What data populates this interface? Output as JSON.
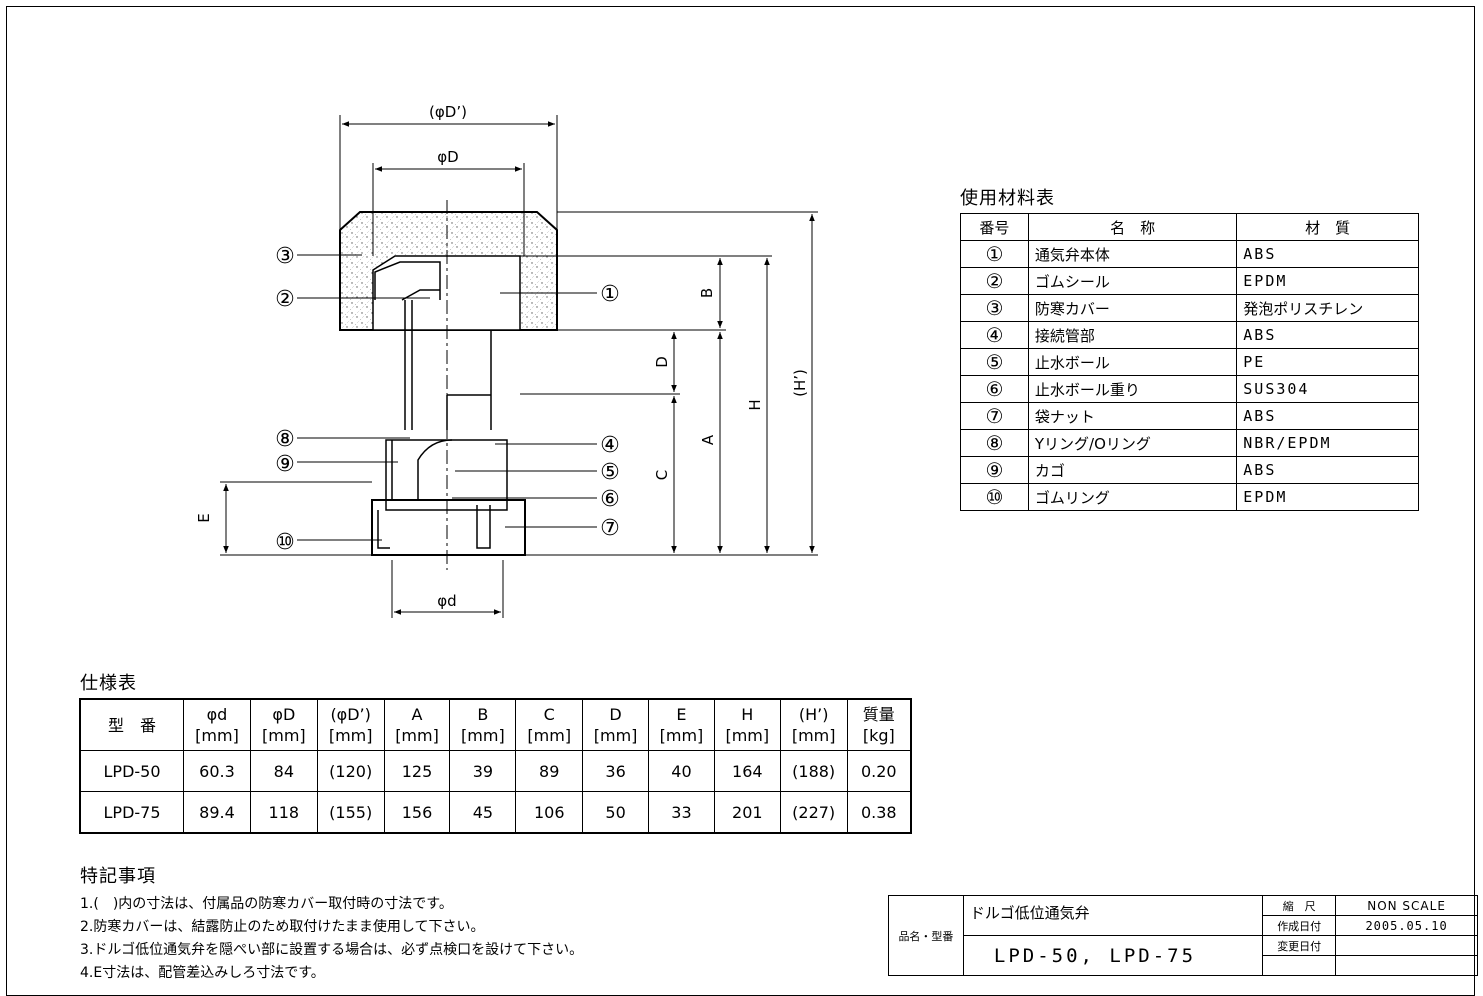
{
  "drawing": {
    "dim_labels": {
      "phiDprime": "(φD’)",
      "phiD": "φD",
      "phid": "φd",
      "B": "B",
      "D": "D",
      "H": "H",
      "Hprime": "(H’)",
      "A": "A",
      "C": "C",
      "E": "E"
    },
    "callouts": [
      "①",
      "②",
      "③",
      "④",
      "⑤",
      "⑥",
      "⑦",
      "⑧",
      "⑨",
      "⑩"
    ]
  },
  "materials": {
    "title": "使用材料表",
    "headers": {
      "no": "番号",
      "name": "名　称",
      "material": "材　質"
    },
    "rows": [
      {
        "no": "①",
        "name": "通気弁本体",
        "material": "ABS"
      },
      {
        "no": "②",
        "name": "ゴムシール",
        "material": "EPDM"
      },
      {
        "no": "③",
        "name": "防寒カバー",
        "material": "発泡ポリスチレン"
      },
      {
        "no": "④",
        "name": "接続管部",
        "material": "ABS"
      },
      {
        "no": "⑤",
        "name": "止水ボール",
        "material": "PE"
      },
      {
        "no": "⑥",
        "name": "止水ボール重り",
        "material": "SUS304"
      },
      {
        "no": "⑦",
        "name": "袋ナット",
        "material": "ABS"
      },
      {
        "no": "⑧",
        "name": "Yリング/Oリング",
        "material": "NBR/EPDM"
      },
      {
        "no": "⑨",
        "name": "カゴ",
        "material": "ABS"
      },
      {
        "no": "⑩",
        "name": "ゴムリング",
        "material": "EPDM"
      }
    ]
  },
  "spec": {
    "title": "仕様表",
    "headers": [
      {
        "top": "型　番",
        "bottom": ""
      },
      {
        "top": "φd",
        "bottom": "[mm]"
      },
      {
        "top": "φD",
        "bottom": "[mm]"
      },
      {
        "top": "(φD’)",
        "bottom": "[mm]"
      },
      {
        "top": "A",
        "bottom": "[mm]"
      },
      {
        "top": "B",
        "bottom": "[mm]"
      },
      {
        "top": "C",
        "bottom": "[mm]"
      },
      {
        "top": "D",
        "bottom": "[mm]"
      },
      {
        "top": "E",
        "bottom": "[mm]"
      },
      {
        "top": "H",
        "bottom": "[mm]"
      },
      {
        "top": "(H’)",
        "bottom": "[mm]"
      },
      {
        "top": "質量",
        "bottom": "[kg]"
      }
    ],
    "rows": [
      [
        "LPD-50",
        "60.3",
        "84",
        "(120)",
        "125",
        "39",
        "89",
        "36",
        "40",
        "164",
        "(188)",
        "0.20"
      ],
      [
        "LPD-75",
        "89.4",
        "118",
        "(155)",
        "156",
        "45",
        "106",
        "50",
        "33",
        "201",
        "(227)",
        "0.38"
      ]
    ]
  },
  "notes": {
    "title": "特記事項",
    "items": [
      "1.(　)内の寸法は、付属品の防寒カバー取付時の寸法です。",
      "2.防寒カバーは、結露防止のため取付けたまま使用して下さい。",
      "3.ドルゴ低位通気弁を隠ぺい部に設置する場合は、必ず点検口を設けて下さい。",
      "4.E寸法は、配管差込みしろ寸法です。"
    ]
  },
  "title_block": {
    "name_label": "品名・型番",
    "product_name": "ドルゴ低位通気弁",
    "models": "LPD-50, LPD-75",
    "scale_label": "縮　尺",
    "scale_value": "NON SCALE",
    "created_label": "作成日付",
    "created_value": "2005.05.10",
    "changed_label": "変更日付",
    "changed_value": ""
  }
}
